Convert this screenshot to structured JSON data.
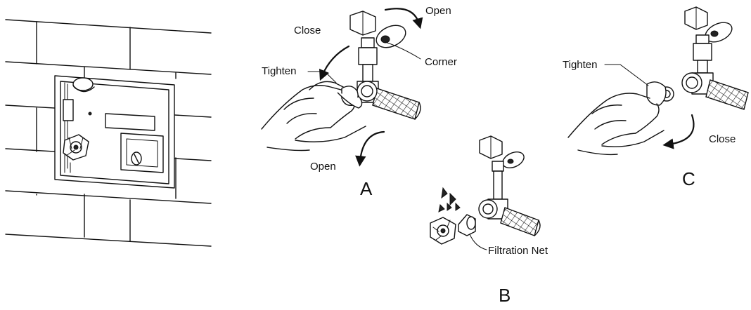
{
  "labels": {
    "panel_a": {
      "close": "Close",
      "open_top": "Open",
      "corner": "Corner",
      "tighten": "Tighten",
      "open_bottom": "Open",
      "letter": "A"
    },
    "panel_b": {
      "filtration_net": "Filtration Net",
      "letter": "B"
    },
    "panel_c": {
      "tighten": "Tighten",
      "close": "Close",
      "letter": "C"
    }
  },
  "colors": {
    "line": "#111111",
    "background": "#ffffff"
  }
}
